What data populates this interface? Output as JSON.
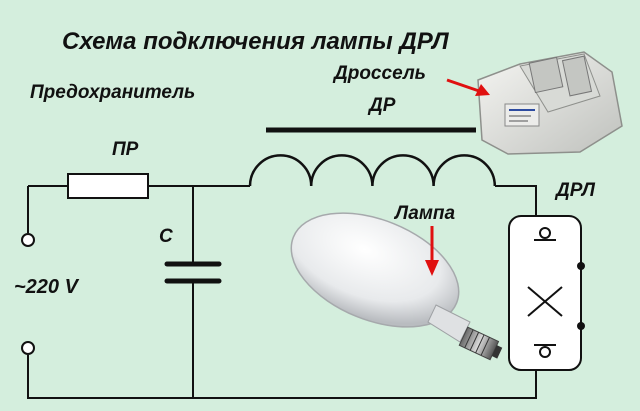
{
  "title": "Схема подключения лампы ДРЛ",
  "labels": {
    "fuse_caption": "Предохранитель",
    "fuse_ref": "ПР",
    "choke_ref": "ДР",
    "choke_caption": "Дроссель",
    "lamp_caption": "Лампа",
    "lamp_ref": "ДРЛ",
    "capacitor_ref": "С",
    "voltage": "~220 V"
  },
  "colors": {
    "background": "#d4eedd",
    "wire": "#111111",
    "arrow": "#e01010",
    "bulb_glass": "#eef0f2"
  },
  "icons": {
    "choke_photo": "choke-device-icon",
    "lamp_photo": "lamp-bulb-icon",
    "lamp_symbol": "drl-lamp-symbol"
  }
}
